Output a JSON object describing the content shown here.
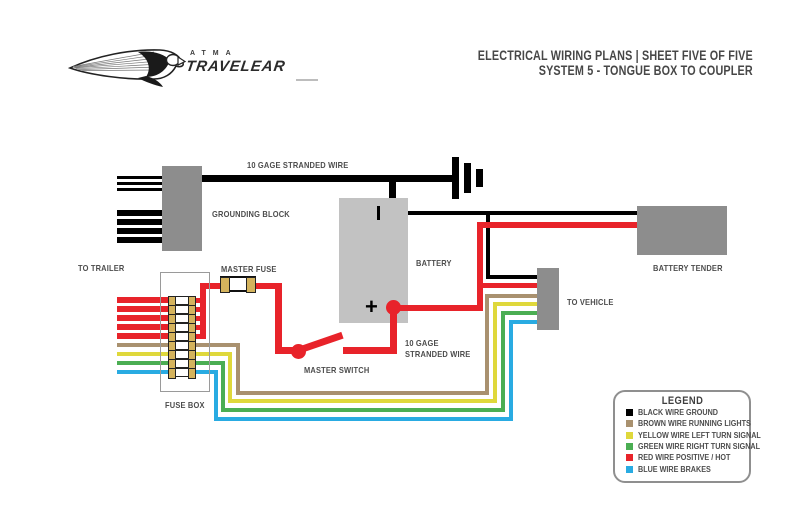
{
  "logo": {
    "brand_top": "ATMA",
    "brand_name": "TRAVELEAR"
  },
  "header": {
    "line1": "ELECTRICAL WIRING PLANS | SHEET FIVE OF FIVE",
    "line2": "SYSTEM 5 - TONGUE BOX TO COUPLER"
  },
  "labels": {
    "gage_wire_top": "10 GAGE STRANDED WIRE",
    "grounding_block": "GROUNDING BLOCK",
    "to_trailer": "TO TRAILER",
    "master_fuse": "MASTER FUSE",
    "master_switch": "MASTER SWITCH",
    "fuse_box": "FUSE BOX",
    "battery": "BATTERY",
    "battery_minus": "|",
    "battery_plus": "+",
    "gage_wire_bottom_line1": "10 GAGE",
    "gage_wire_bottom_line2": "STRANDED WIRE",
    "battery_tender": "BATTERY TENDER",
    "to_vehicle": "TO VEHICLE"
  },
  "legend": {
    "title": "LEGEND",
    "items": [
      {
        "color": "#000000",
        "label": "BLACK WIRE GROUND"
      },
      {
        "color": "#A9916F",
        "label": "BROWN WIRE RUNNING LIGHTS"
      },
      {
        "color": "#DFD83B",
        "label": "YELLOW WIRE LEFT TURN SIGNAL"
      },
      {
        "color": "#4BAE53",
        "label": "GREEN WIRE RIGHT TURN SIGNAL"
      },
      {
        "color": "#E8232A",
        "label": "RED WIRE POSITIVE / HOT"
      },
      {
        "color": "#29ABE2",
        "label": "BLUE WIRE BRAKES"
      }
    ]
  },
  "colors": {
    "red": "#E8232A",
    "brown": "#A9916F",
    "yellow": "#DFD83B",
    "green": "#4BAE53",
    "blue": "#29ABE2",
    "black": "#000000",
    "gold": "#D4B35D",
    "block_gray": "#8D8D8D",
    "battery_gray": "#C2C2C2",
    "label": "#4D4D4D"
  }
}
